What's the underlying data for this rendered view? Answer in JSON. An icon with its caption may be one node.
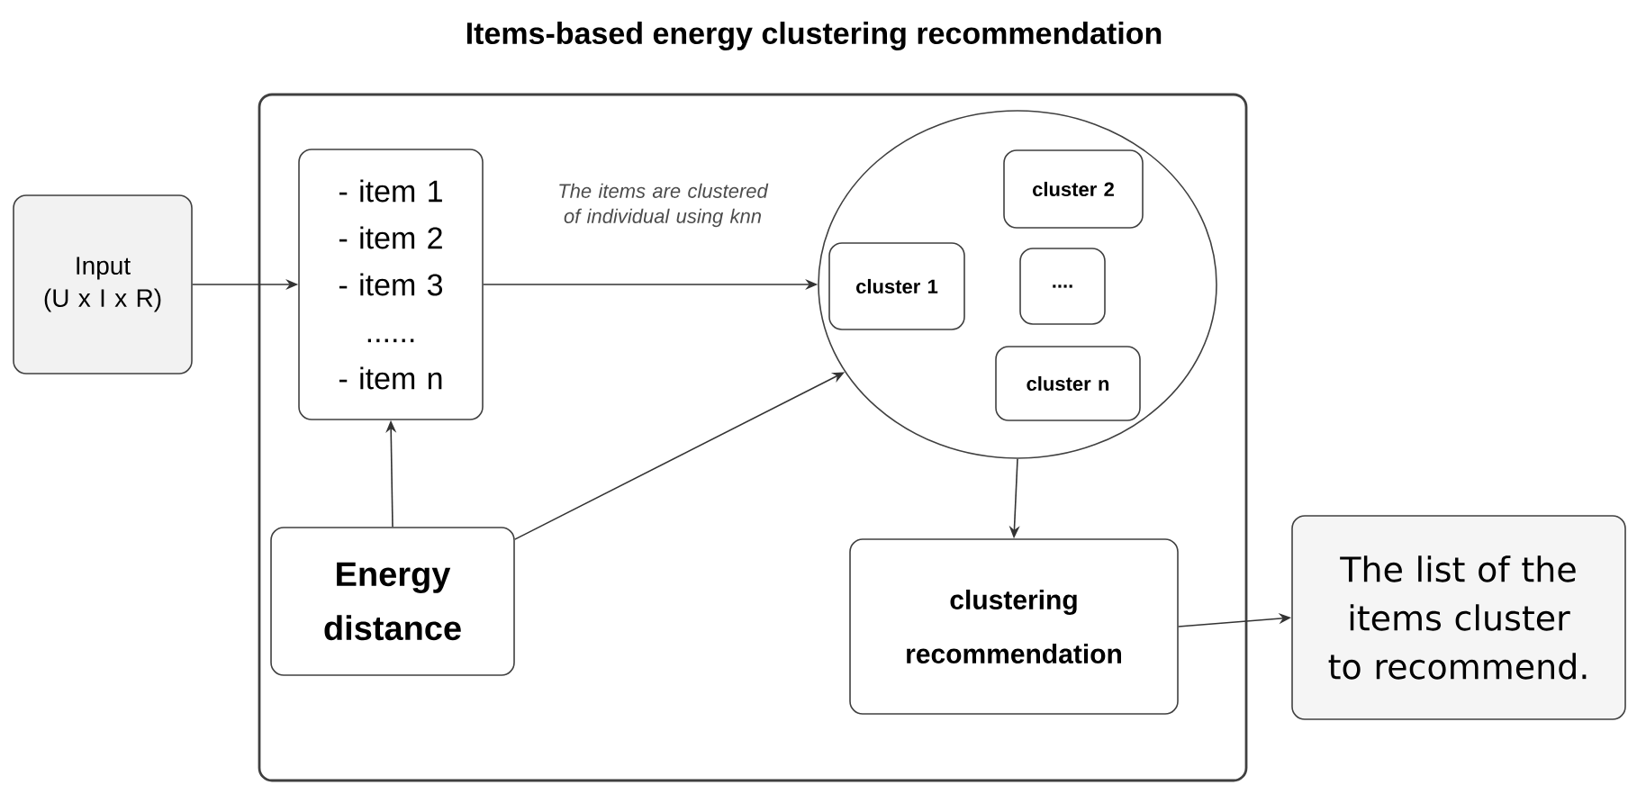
{
  "diagram": {
    "title": "Items-based energy clustering recommendation",
    "nodes": [
      {
        "text": [
          "Input",
          "(U x I x R)"
        ]
      },
      {
        "text": [],
        "shape": "box"
      },
      {
        "text": [
          "- item 1",
          "- item 2",
          "- item 3",
          "......",
          "- item n"
        ],
        "in": 1
      },
      {
        "text": [],
        "shape": "circle",
        "in": 1
      },
      {
        "text": [
          "cluster 1"
        ],
        "in": 3
      },
      {
        "text": [
          "cluster 2"
        ],
        "in": 3
      },
      {
        "text": [
          "...."
        ],
        "in": 3
      },
      {
        "text": [
          "cluster n"
        ],
        "in": 3
      },
      {
        "text": [
          "Energy distance"
        ],
        "in": 1
      },
      {
        "text": [
          "clustering recommendation"
        ],
        "in": 1
      },
      {
        "text": [
          "The list of the items cluster to recommend."
        ]
      }
    ],
    "edges": [
      {
        "from": 0,
        "to": 2,
        "arrow": "to"
      },
      {
        "from": 2,
        "to": 3,
        "arrow": "to",
        "label": "The items are clustered of individual using knn"
      },
      {
        "from": 8,
        "to": 2,
        "arrow": "to"
      },
      {
        "from": 8,
        "to": 3,
        "arrow": "to"
      },
      {
        "from": 3,
        "to": 9,
        "arrow": "to"
      },
      {
        "from": 9,
        "to": 10,
        "arrow": "to"
      }
    ]
  }
}
